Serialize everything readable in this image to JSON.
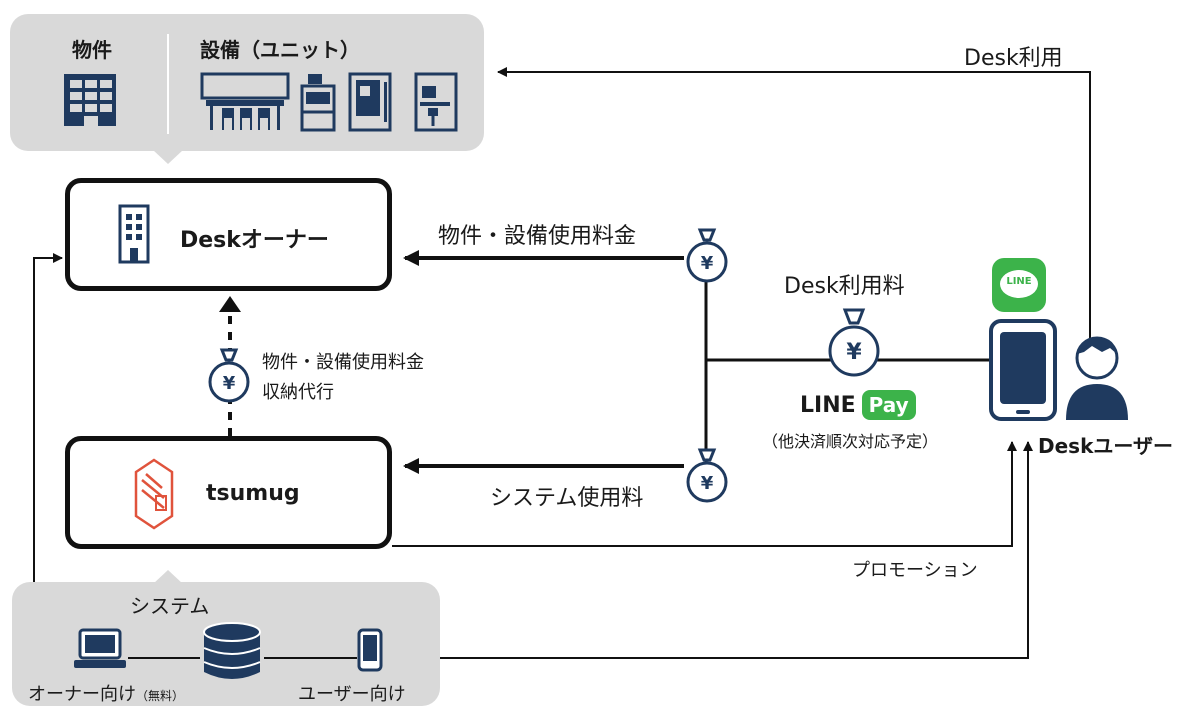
{
  "top_panel": {
    "property_label": "物件",
    "equipment_label": "設備（ユニット）"
  },
  "owner": {
    "label": "Deskオーナー"
  },
  "tsumug": {
    "label": "tsumug"
  },
  "user": {
    "label": "Deskユーザー"
  },
  "flows": {
    "desk_usage": "Desk利用",
    "property_fee": "物件・設備使用料金",
    "collection_line1": "物件・設備使用料金",
    "collection_line2": "収納代行",
    "system_fee": "システム使用料",
    "desk_fee": "Desk利用料",
    "promotion": "プロモーション"
  },
  "payment": {
    "line_word": "LINE",
    "pay_word": "Pay",
    "note": "（他決済順次対応予定）",
    "line_app_label": "LINE"
  },
  "yen_symbol": "¥",
  "system_panel": {
    "title": "システム",
    "owner_label": "オーナー向け",
    "owner_note": "（無料）",
    "user_label": "ユーザー向け"
  },
  "colors": {
    "navy": "#1f3a5f",
    "line_green": "#3cb34a",
    "panel_gray": "#d9d9d9",
    "tsumug_red": "#e0533c"
  }
}
